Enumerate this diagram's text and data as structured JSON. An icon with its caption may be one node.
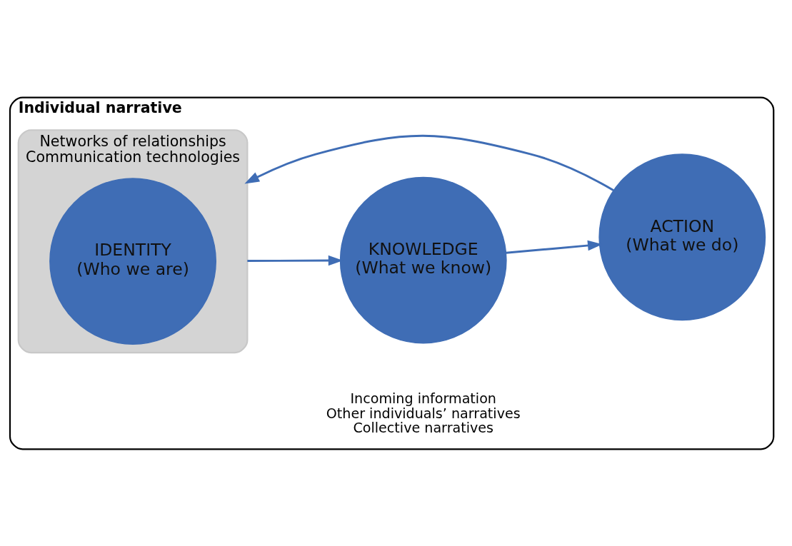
{
  "diagram": {
    "nodes": [
      {
        "text": [
          "Individual narrative"
        ]
      },
      {
        "text": [
          "Networks of relationships",
          "Communication technologies"
        ],
        "in": 0
      },
      {
        "text": [
          "IDENTITY",
          "(Who we are)"
        ],
        "in": 1
      },
      {
        "text": [
          "KNOWLEDGE",
          "(What we know)"
        ],
        "in": 0,
        "beside": [
          "Incoming information",
          "Other individuals’ narratives",
          "Collective narratives"
        ]
      },
      {
        "text": [
          "ACTION",
          "(What we do)"
        ],
        "in": 0
      }
    ],
    "edges": [
      {
        "from": 1,
        "to": 3,
        "arrow": "to"
      },
      {
        "from": 3,
        "to": 4,
        "arrow": "to"
      },
      {
        "from": 4,
        "to": 1,
        "arrow": "to"
      }
    ]
  }
}
